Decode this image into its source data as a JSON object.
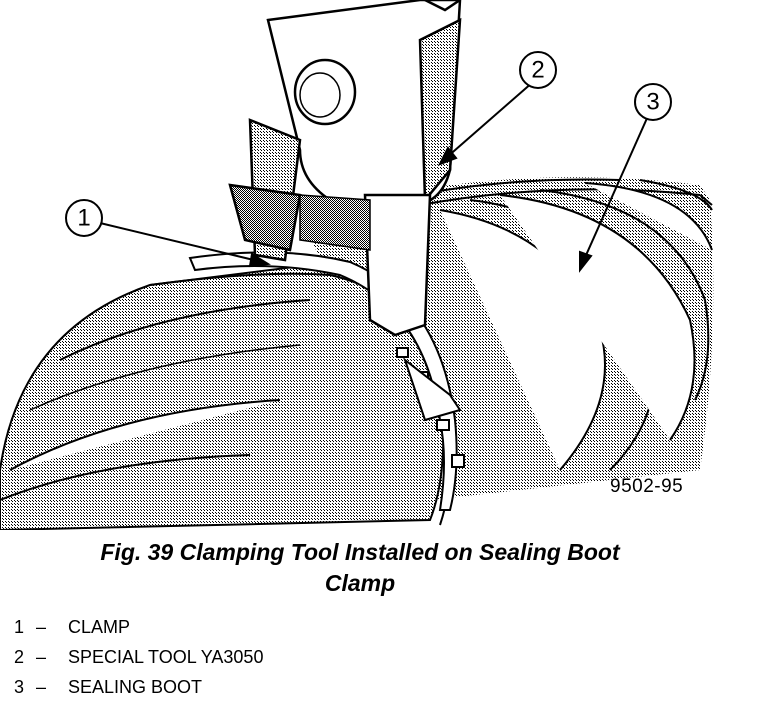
{
  "figure": {
    "id_label": "9502-95",
    "callouts": [
      "1",
      "2",
      "3"
    ]
  },
  "caption": {
    "line1": "Fig. 39 Clamping Tool Installed on Sealing Boot",
    "line2": "Clamp"
  },
  "legend": [
    {
      "num": "1",
      "dash": "–",
      "label": "CLAMP"
    },
    {
      "num": "2",
      "dash": "–",
      "label": "SPECIAL TOOL YA3050"
    },
    {
      "num": "3",
      "dash": "–",
      "label": "SEALING BOOT"
    }
  ]
}
